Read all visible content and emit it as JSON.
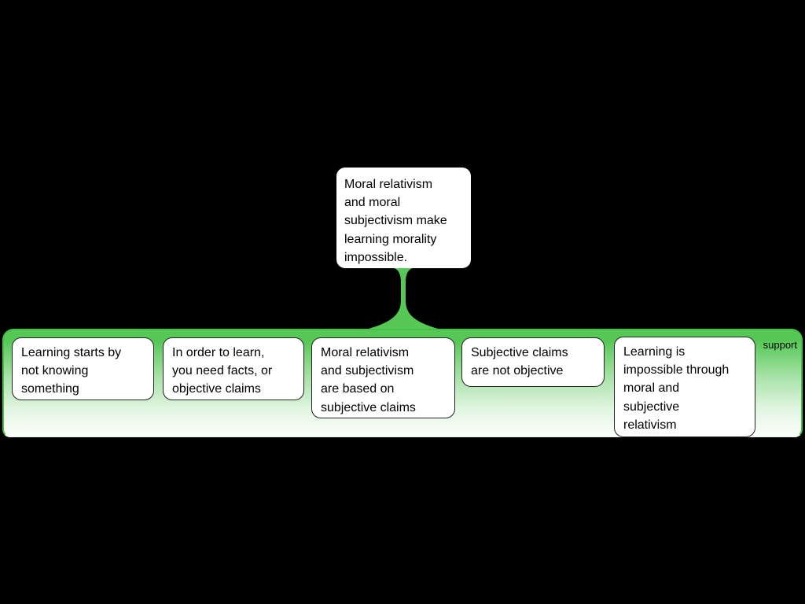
{
  "colors": {
    "support_green": "#55c855",
    "support_border": "#46c146",
    "premise_border": "#222222",
    "canvas_background": "#000000",
    "node_fill": "#ffffff"
  },
  "claim": {
    "text": "Moral relativism\nand moral\nsubjectivism make\nlearning morality\nimpossible."
  },
  "support_group": {
    "label": "support",
    "premises": [
      {
        "text": "Learning starts by\nnot knowing\nsomething"
      },
      {
        "text": "In order to learn,\nyou need facts, or\nobjective claims"
      },
      {
        "text": "Moral relativism\nand subjectivism\nare based on\nsubjective claims"
      },
      {
        "text": "Subjective claims\nare not objective"
      },
      {
        "text": "Learning is\nimpossible through\nmoral and\nsubjective\nrelativism"
      }
    ]
  }
}
